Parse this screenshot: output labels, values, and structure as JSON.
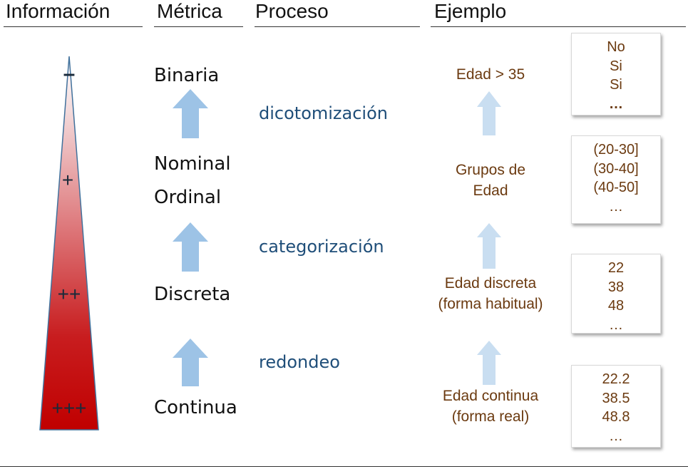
{
  "headers": {
    "informacion": "Información",
    "metrica": "Métrica",
    "proceso": "Proceso",
    "ejemplo": "Ejemplo"
  },
  "info_levels": [
    "-",
    "+",
    "++",
    "+++"
  ],
  "metrics": {
    "binaria": "Binaria",
    "nominal": "Nominal",
    "ordinal": "Ordinal",
    "discreta": "Discreta",
    "continua": "Continua"
  },
  "processes": {
    "dicotomizacion": "dicotomización",
    "categorizacion": "categorización",
    "redondeo": "redondeo"
  },
  "examples": {
    "edad35": "Edad > 35",
    "grupos_line1": "Grupos de",
    "grupos_line2": "Edad",
    "discreta_line1": "Edad discreta",
    "discreta_line2": "(forma habitual)",
    "continua_line1": "Edad continua",
    "continua_line2": "(forma real)"
  },
  "boxes": {
    "binaria": [
      "No",
      "Si",
      "Si",
      "…"
    ],
    "grupos": [
      "(20-30]",
      "(30-40]",
      "(40-50]",
      "…"
    ],
    "discreta": [
      "22",
      "38",
      "48",
      "…"
    ],
    "continua": [
      "22.2",
      "38.5",
      "48.8",
      "…"
    ]
  },
  "colors": {
    "triangle_top": "#f7e9ea",
    "triangle_bottom": "#c00000",
    "arrow_strong": "#8fb8e0",
    "arrow_light": "#c5dbf0",
    "process_text": "#1f4e79",
    "example_text": "#6b3a10"
  }
}
